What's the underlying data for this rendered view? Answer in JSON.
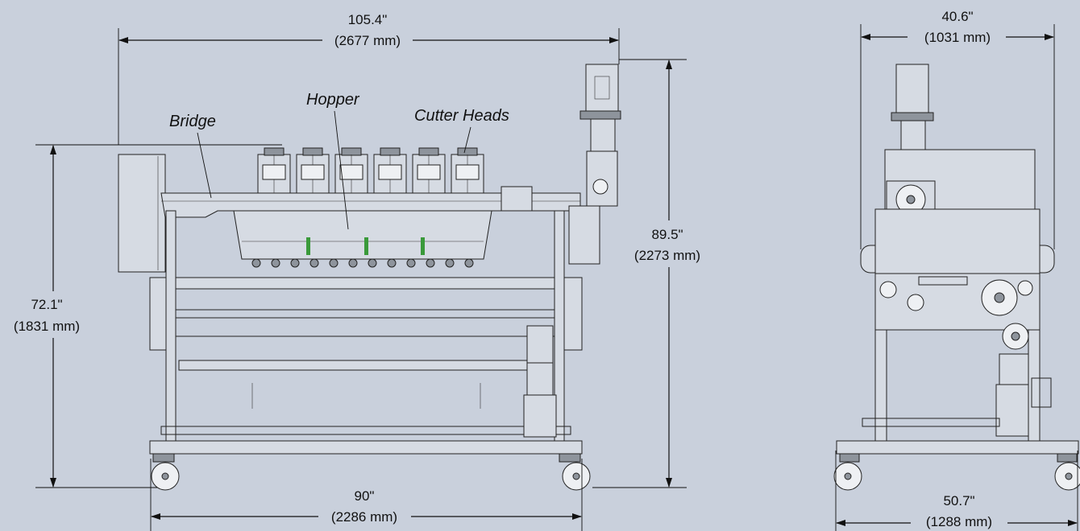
{
  "front_view": {
    "width_top": {
      "imperial": "105.4\"",
      "metric": "(2677 mm)"
    },
    "height_left": {
      "imperial": "72.1\"",
      "metric": "(1831 mm)"
    },
    "height_right": {
      "imperial": "89.5\"",
      "metric": "(2273 mm)"
    },
    "width_bottom": {
      "imperial": "90\"",
      "metric": "(2286 mm)"
    },
    "labels": {
      "bridge": "Bridge",
      "hopper": "Hopper",
      "cutter_heads": "Cutter Heads"
    }
  },
  "side_view": {
    "width_top": {
      "imperial": "40.6\"",
      "metric": "(1031 mm)"
    },
    "width_bottom": {
      "imperial": "50.7\"",
      "metric": "(1288 mm)"
    }
  },
  "colors": {
    "background": "#c9d0dc",
    "line": "#111111",
    "accent_green": "#3a9a3a"
  }
}
